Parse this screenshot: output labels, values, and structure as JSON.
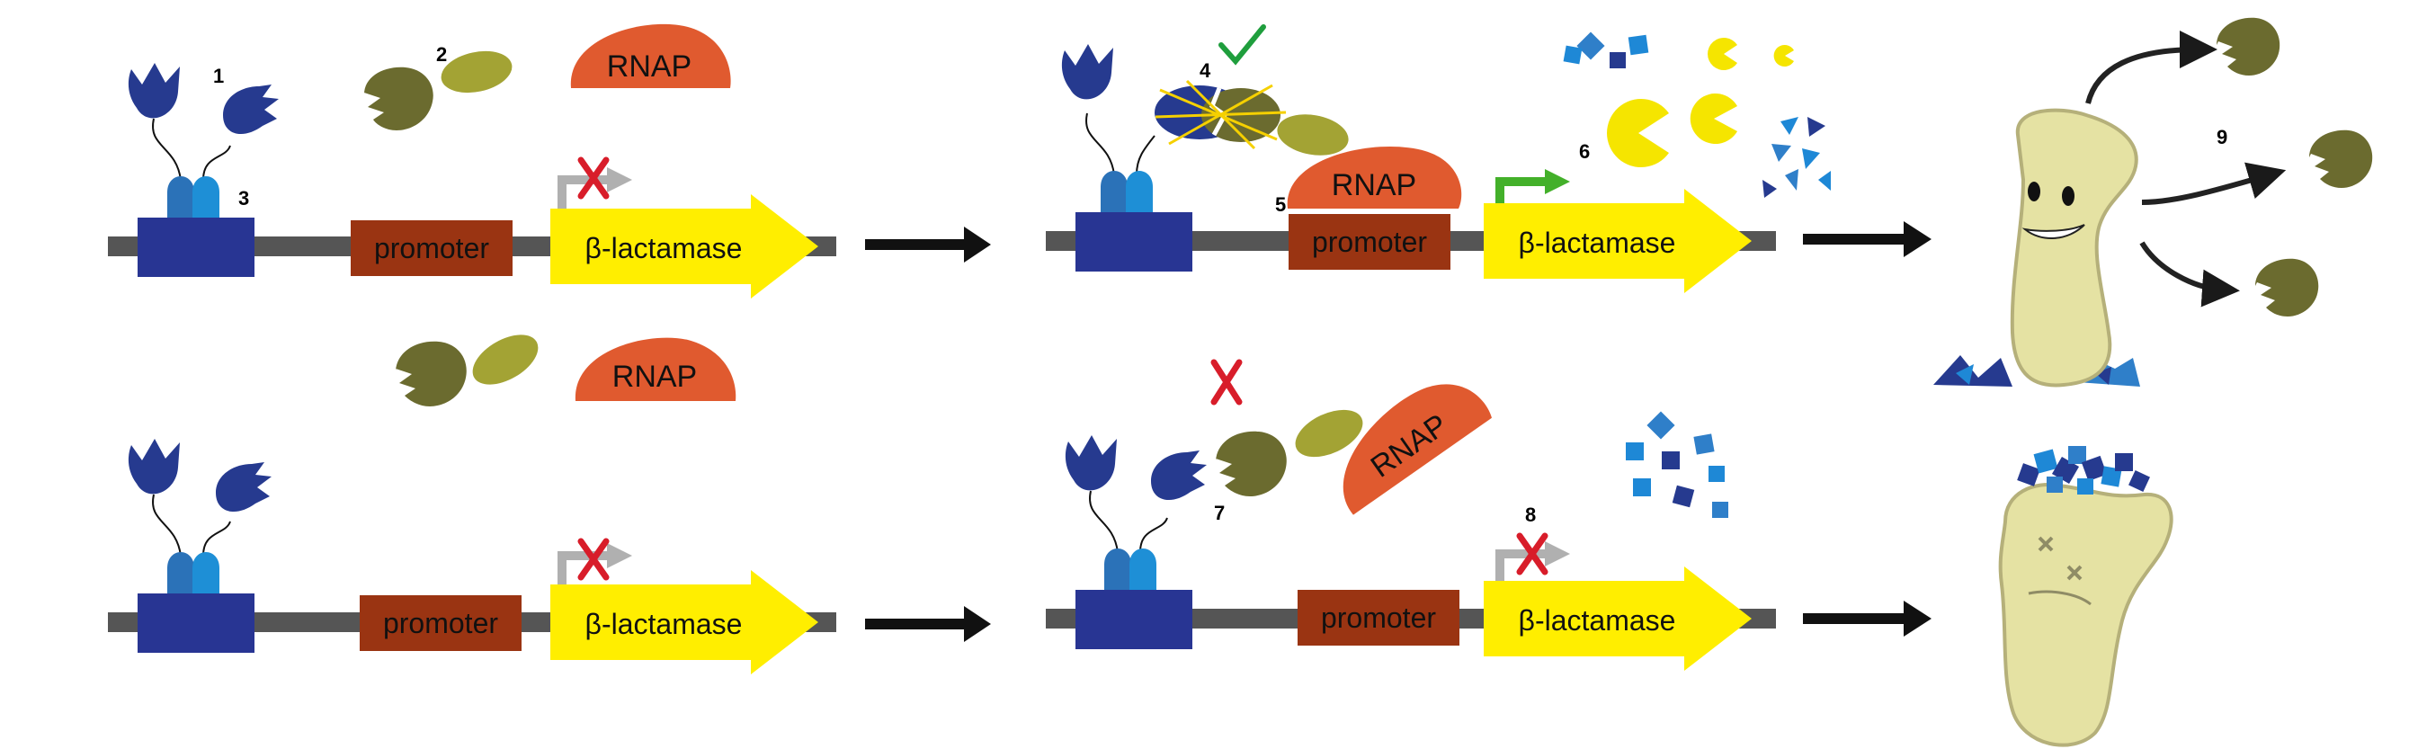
{
  "labels": {
    "promoter": "promoter",
    "gene": "β-lactamase",
    "rnap": "RNAP"
  },
  "numbers": {
    "n1": "1",
    "n2": "2",
    "n3": "3",
    "n4": "4",
    "n5": "5",
    "n6": "6",
    "n7": "7",
    "n8": "8",
    "n9": "9"
  },
  "colors": {
    "dna_line": "#555555",
    "operator_box": "#283593",
    "promoter_box": "#9a3412",
    "gene_arrow": "#ffee00",
    "rnap": "#e05a2f",
    "receptor_dark": "#263a8f",
    "receptor_light": "#1e88d6",
    "domain_olive": "#6b6b2f",
    "domain_light": "#a3a334",
    "pacman": "#f5e500",
    "cell": "#e5e2a3",
    "active_arrow": "#43b02a",
    "inactive_arrow": "#b0b0b0",
    "cross": "#d81d2a",
    "check": "#1f9e3d",
    "drug_crystal": "#2f7fc9"
  },
  "icons": [
    "chemoreceptor-icon",
    "binding-domain-icon",
    "rnap-icon",
    "transcription-start-arrow-icon",
    "cross-icon",
    "check-icon",
    "beta-lactamase-pacman-icon",
    "antibiotic-crystal-icon",
    "happy-bacterium-icon",
    "dead-bacterium-icon",
    "flow-arrow-icon"
  ]
}
